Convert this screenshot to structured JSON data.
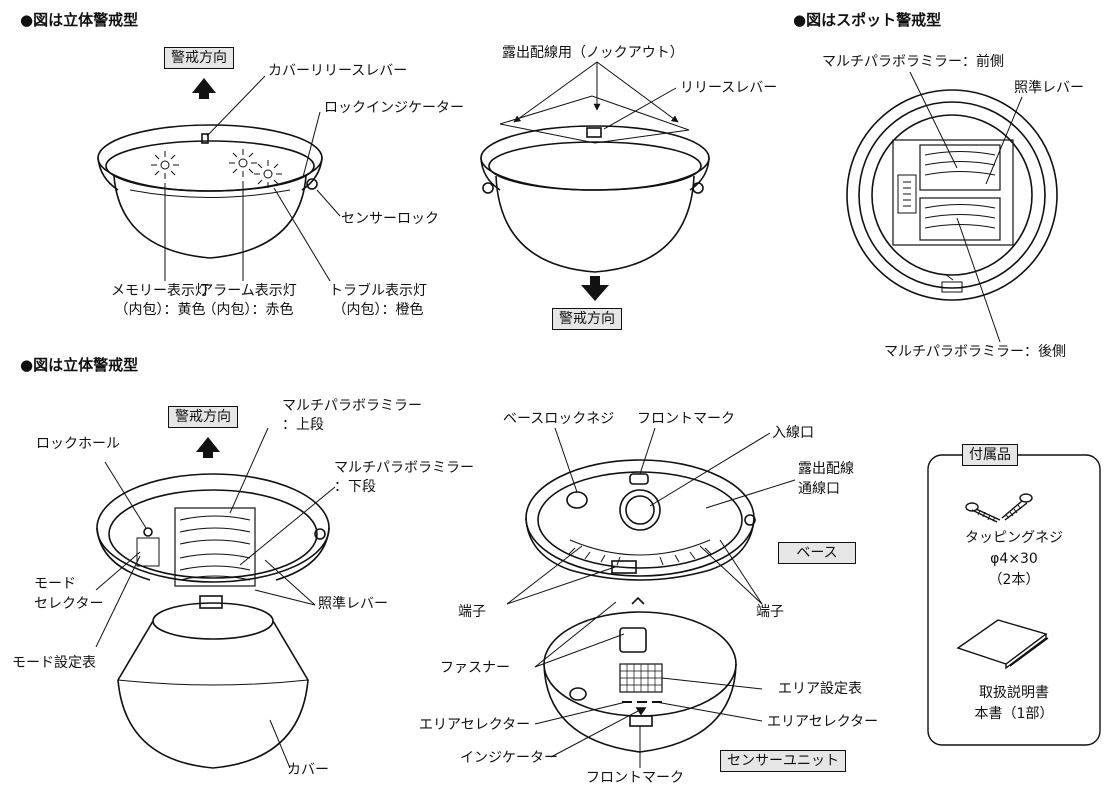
{
  "section_headers": {
    "top_left": "●図は立体警戒型",
    "top_right": "●図はスポット警戒型",
    "bottom_left": "●図は立体警戒型"
  },
  "direction_label": "警戒方向",
  "top_left": {
    "cover_release_lever": "カバーリリースレバー",
    "lock_indicator": "ロックインジケーター",
    "sensor_lock": "センサーロック",
    "memory_lamp": "メモリー表示灯",
    "memory_lamp_note": "（内包）：黄色",
    "alarm_lamp": "アラーム表示灯",
    "alarm_lamp_note": "（内包）：赤色",
    "trouble_lamp": "トラブル表示灯",
    "trouble_lamp_note": "（内包）：橙色"
  },
  "top_center": {
    "knockout": "露出配線用（ノックアウト）",
    "release_lever": "リリースレバー"
  },
  "top_right": {
    "mirror_front": "マルチパラボラミラー：前側",
    "aim_lever": "照準レバー",
    "mirror_rear": "マルチパラボラミラー：後側"
  },
  "bottom_left": {
    "mirror_upper_1": "マルチパラボラミラー",
    "mirror_upper_2": "：上段",
    "mirror_lower_1": "マルチパラボラミラー",
    "mirror_lower_2": "：下段",
    "lock_hole": "ロックホール",
    "mode_selector_1": "モード",
    "mode_selector_2": "セレクター",
    "mode_table": "モード設定表",
    "aim_lever": "照準レバー",
    "cover": "カバー"
  },
  "bottom_center": {
    "base_lock_screw": "ベースロックネジ",
    "front_mark_top": "フロントマーク",
    "cable_inlet": "入線口",
    "exposed_inlet_1": "露出配線",
    "exposed_inlet_2": "通線口",
    "base_box": "ベース",
    "terminal_left": "端子",
    "terminal_right": "端子",
    "fastener": "ファスナー",
    "area_table": "エリア設定表",
    "area_selector_left": "エリアセレクター",
    "area_selector_right": "エリアセレクター",
    "indicator": "インジケーター",
    "front_mark_bottom": "フロントマーク",
    "sensor_unit_box": "センサーユニット"
  },
  "accessories": {
    "title": "付属品",
    "screw_name": "タッピングネジ",
    "screw_size": "φ4×30",
    "screw_qty": "（2本）",
    "manual_1": "取扱説明書",
    "manual_2": "本書（1部）"
  }
}
